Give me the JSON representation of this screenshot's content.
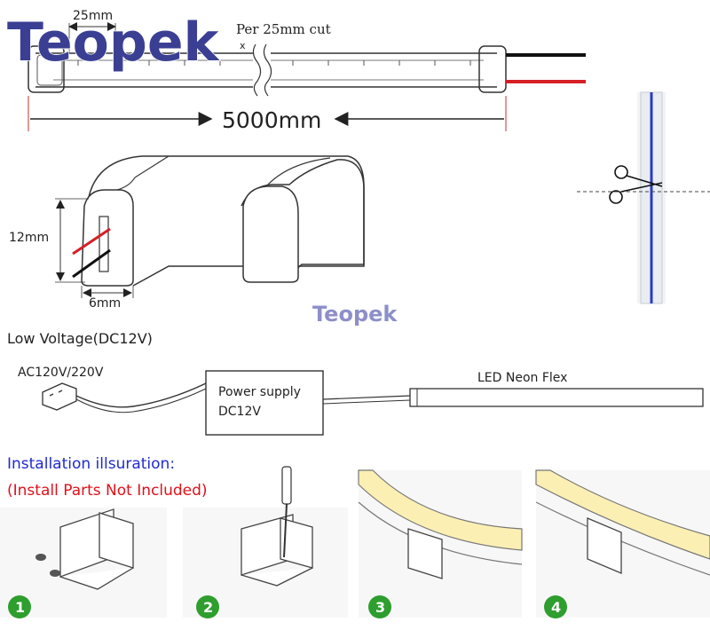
{
  "brand": {
    "logo_text": "Teopek",
    "watermark_text": "Teopek",
    "colors": {
      "logo_main": "#3b3f93",
      "logo_accent": "#d4145a",
      "watermark": "#8d8fc9"
    }
  },
  "strip_diagram": {
    "segment_label": "25mm",
    "cut_label": "Per 25mm cut",
    "cut_marker": "x",
    "length_label": "5000mm",
    "wire_colors": {
      "positive": "#d61f26",
      "negative": "#111111"
    }
  },
  "profile_diagram": {
    "height_label": "12mm",
    "width_label": "6mm"
  },
  "wiring_diagram": {
    "title": "Low Voltage(DC12V)",
    "input_label": "AC120V/220V",
    "power_supply_line1": "Power supply",
    "power_supply_line2": "DC12V",
    "strip_label": "LED Neon Flex"
  },
  "installation": {
    "title": "Installation illsuration:",
    "note": "(Install Parts Not Included)",
    "title_color": "#1f2bd1",
    "note_color": "#e0101b",
    "step_badge_color": "#2e9e2e",
    "steps": [
      {
        "number": "1"
      },
      {
        "number": "2"
      },
      {
        "number": "3"
      },
      {
        "number": "4"
      }
    ]
  }
}
